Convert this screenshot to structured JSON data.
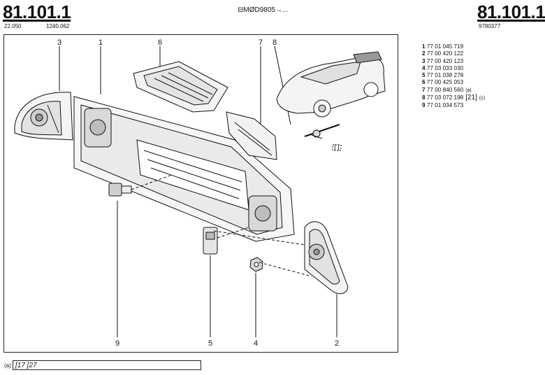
{
  "header": {
    "title_left": "81.101.1",
    "code_left_a": "22.050",
    "code_left_b": "1240.062",
    "center_text": "⊟MØD9805→...",
    "title_right": "81.101.1",
    "code_right": "9780377"
  },
  "callouts": [
    "3",
    "1",
    "6",
    "7",
    "8",
    "9",
    "5",
    "4",
    "2"
  ],
  "bracket_mark": "[ ]",
  "parts": [
    {
      "num": "1",
      "ref": "77 01 045 719",
      "note": ""
    },
    {
      "num": "2",
      "ref": "77 00 420 122",
      "note": ""
    },
    {
      "num": "3",
      "ref": "77 00 420 123",
      "note": ""
    },
    {
      "num": "4",
      "ref": "77 03 033 030",
      "note": ""
    },
    {
      "num": "5",
      "ref": "77 01 038 278",
      "note": ""
    },
    {
      "num": "6",
      "ref": "77 00 425 053",
      "note": ""
    },
    {
      "num": "7",
      "ref": "77 00 840 560",
      "note": "(a)"
    },
    {
      "num": "8",
      "ref": "77 03 072 198",
      "note": "[21]",
      "note2": "(c)"
    },
    {
      "num": "9",
      "ref": "77 01 034 573",
      "note": ""
    }
  ],
  "footnote": {
    "label": "(a)",
    "text": "[17 [27"
  }
}
